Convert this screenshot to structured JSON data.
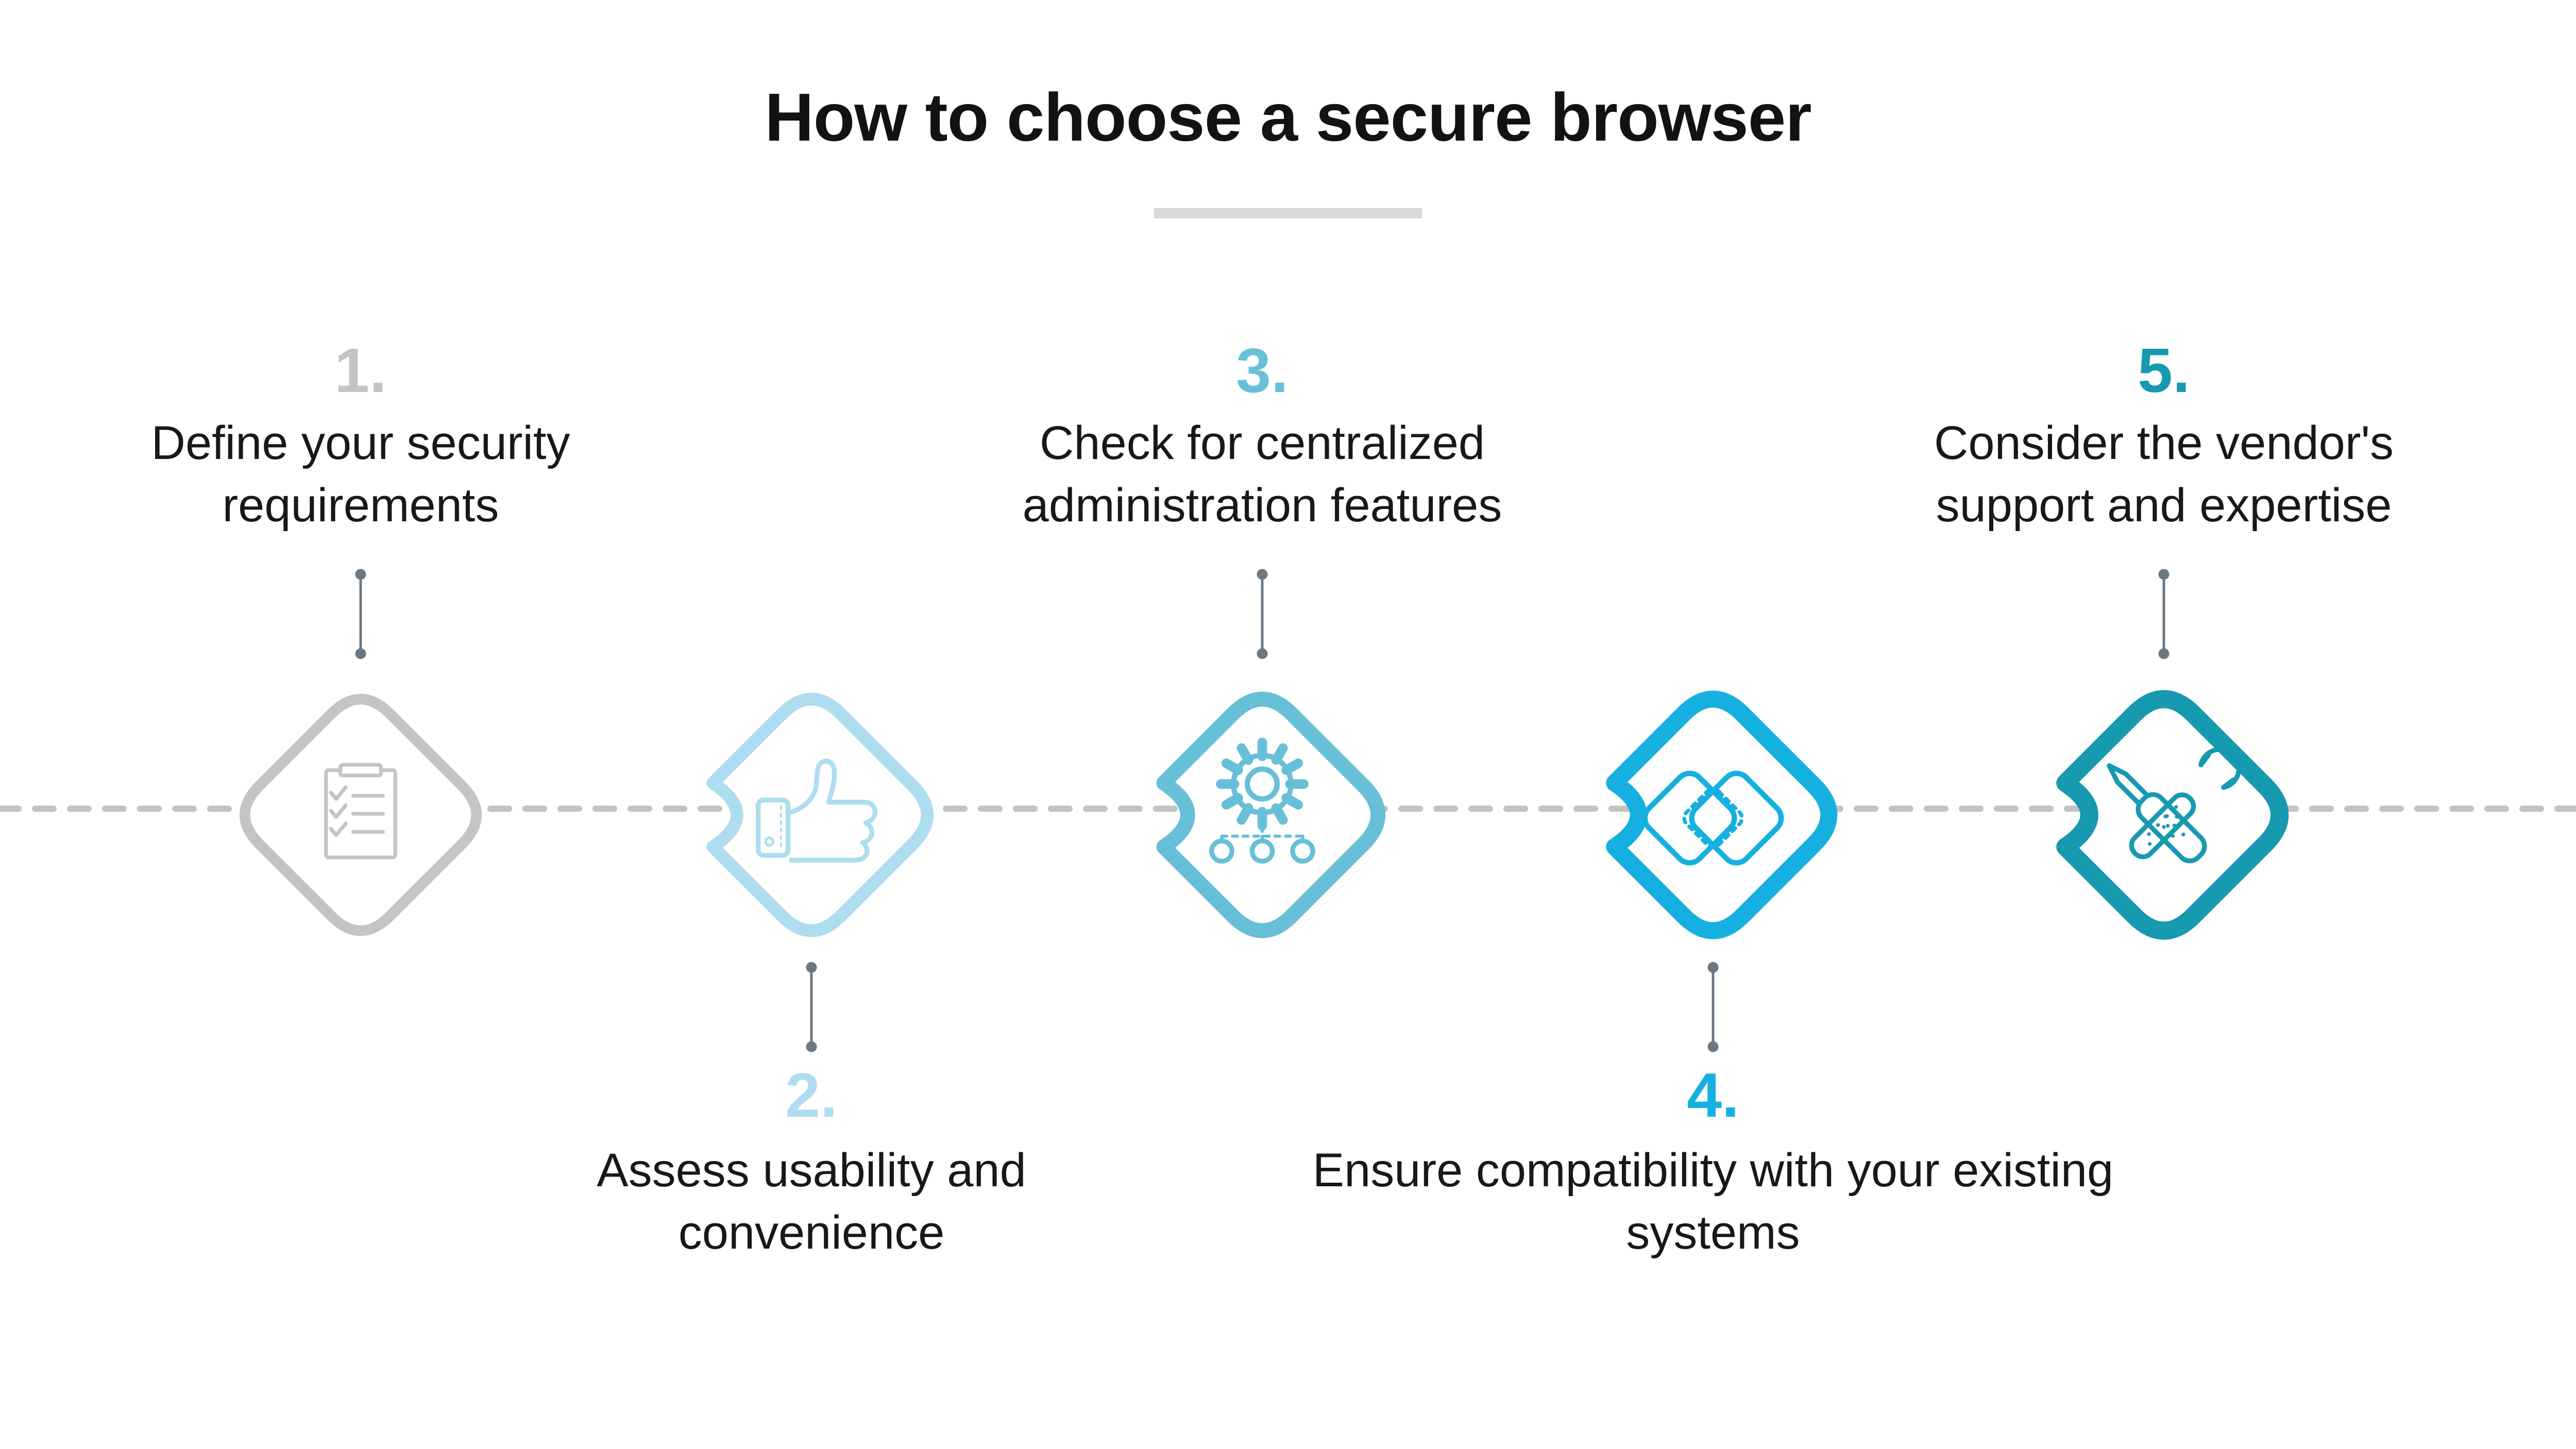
{
  "title": {
    "text": "How to choose a secure browser",
    "color": "#101214",
    "underline_color": "#d9d9d9"
  },
  "timeline": {
    "dash_color": "#c3c3c3",
    "connector_color": "#6b7882"
  },
  "text_color": "#17181a",
  "steps": [
    {
      "number": "1.",
      "label": "Define your security requirements",
      "position": "above",
      "color": "#c3c4c4",
      "icon": "clipboard-checklist-icon"
    },
    {
      "number": "2.",
      "label": "Assess usability and convenience",
      "position": "below",
      "color": "#aeddef",
      "icon": "thumbs-up-icon"
    },
    {
      "number": "3.",
      "label": "Check for centralized administration features",
      "position": "above",
      "color": "#68bfd8",
      "icon": "gear-admin-icon"
    },
    {
      "number": "4.",
      "label": "Ensure compatibility with your existing systems",
      "position": "below",
      "color": "#16b0e0",
      "icon": "overlapping-squares-icon"
    },
    {
      "number": "5.",
      "label": "Consider the vendor's support and expertise",
      "position": "above",
      "color": "#1799b0",
      "icon": "wrench-screwdriver-icon"
    }
  ]
}
